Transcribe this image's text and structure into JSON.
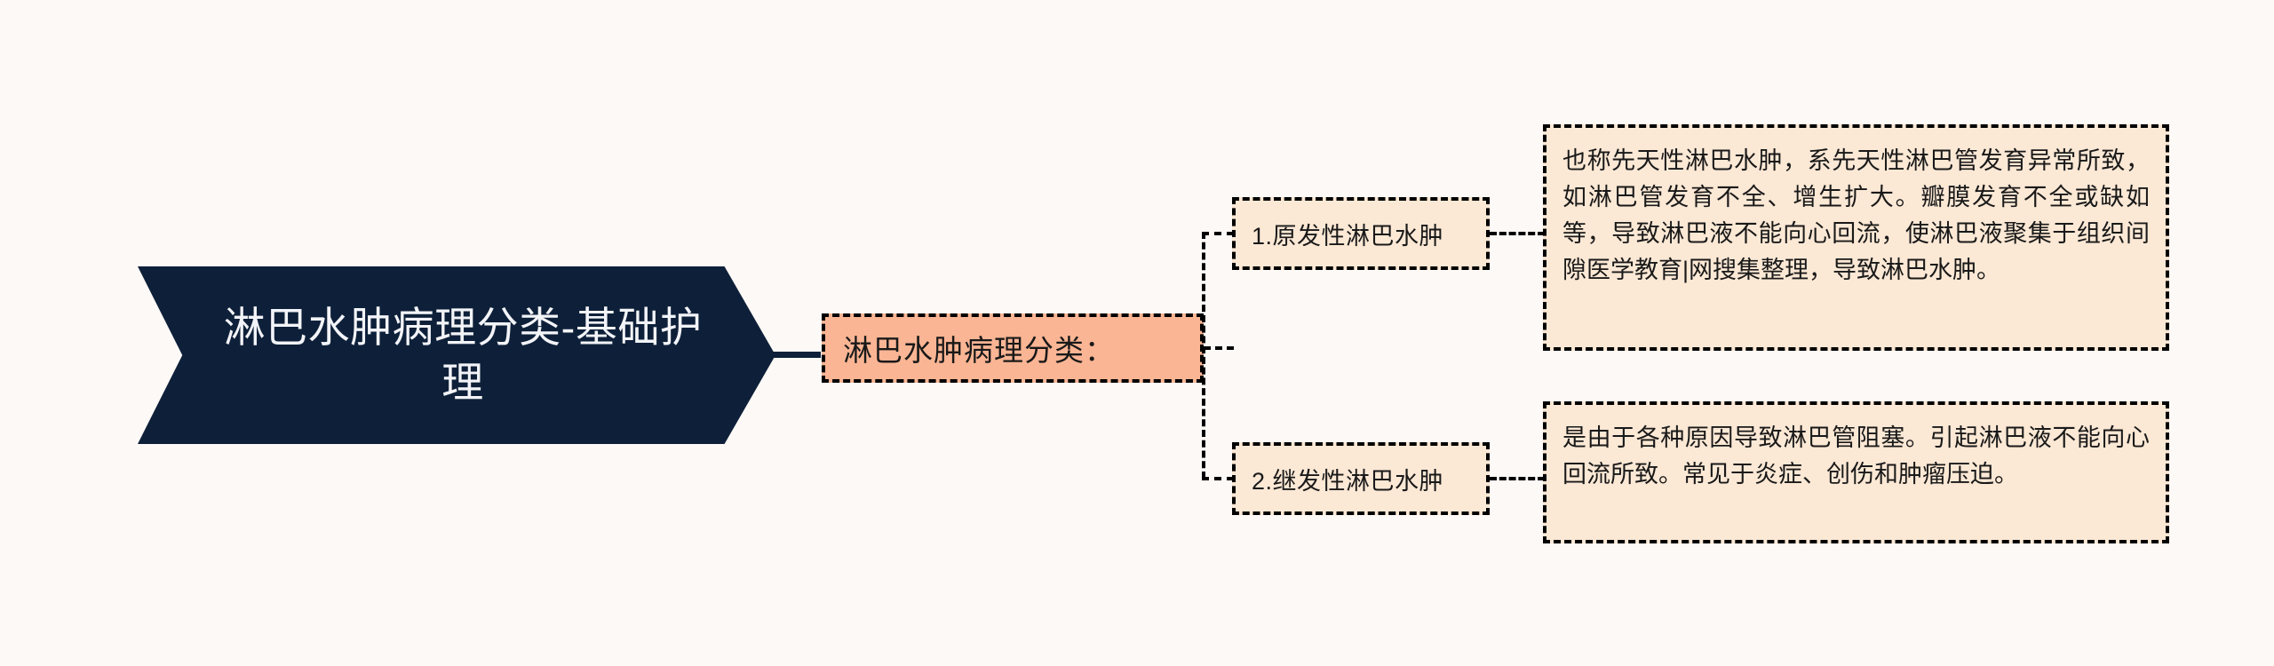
{
  "theme": {
    "page_background": "#fdf9f6",
    "root_fill": "#0e2039",
    "root_text": "#f3f4f8",
    "center_fill": "#fab594",
    "branch_fill": "#fbe8d5",
    "detail_fill": "#fbe8d5",
    "border_color": "#000000",
    "body_text": "#191919"
  },
  "mindmap": {
    "root": {
      "label": "淋巴水肿病理分类-基础护理"
    },
    "center": {
      "label": "淋巴水肿病理分类："
    },
    "branches": [
      {
        "label": "1.原发性淋巴水肿",
        "detail": "也称先天性淋巴水肿，系先天性淋巴管发育异常所致，如淋巴管发育不全、增生扩大。瓣膜发育不全或缺如等，导致淋巴液不能向心回流，使淋巴液聚集于组织间隙医学教育|网搜集整理，导致淋巴水肿。"
      },
      {
        "label": "2.继发性淋巴水肿",
        "detail": "是由于各种原因导致淋巴管阻塞。引起淋巴液不能向心回流所致。常见于炎症、创伤和肿瘤压迫。"
      }
    ]
  }
}
